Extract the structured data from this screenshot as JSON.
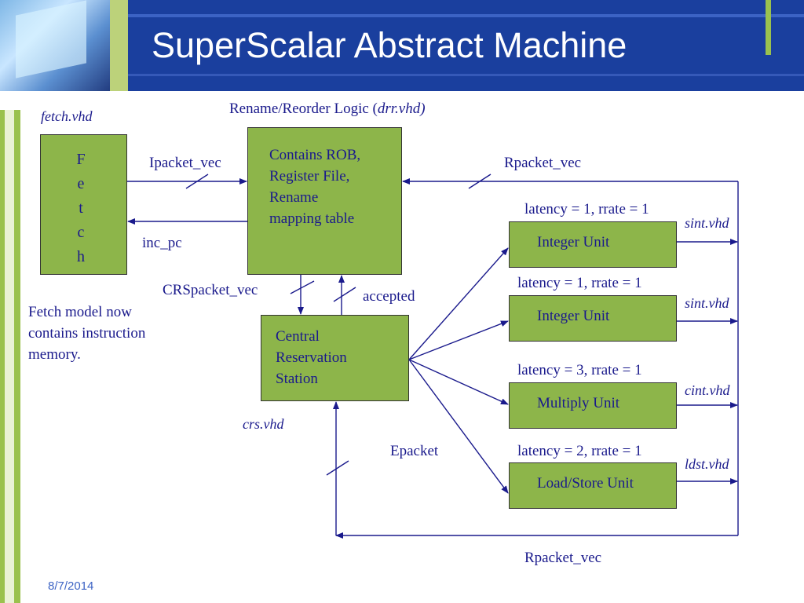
{
  "title": "SuperScalar Abstract Machine",
  "date": "8/7/2014",
  "fetch": {
    "file": "fetch.vhd",
    "letters": [
      "F",
      "e",
      "t",
      "c",
      "h"
    ],
    "note_lines": [
      "Fetch model now",
      "contains instruction",
      "memory."
    ]
  },
  "rename": {
    "label": "Rename/Reorder Logic (",
    "file": "drr.vhd)",
    "lines": [
      "Contains ROB,",
      "Register File,",
      "Rename",
      "mapping table"
    ]
  },
  "crs": {
    "lines": [
      "Central",
      "Reservation",
      "Station"
    ],
    "file": "crs.vhd"
  },
  "signals": {
    "ipacket": "Ipacket_vec",
    "inc_pc": "inc_pc",
    "rpacket_top": "Rpacket_vec",
    "crspacket": "CRSpacket_vec",
    "accepted": "accepted",
    "epacket": "Epacket",
    "rpacket_bottom": "Rpacket_vec"
  },
  "units": [
    {
      "name": "Integer Unit",
      "latency": "latency = 1, rrate = 1",
      "file": "sint.vhd"
    },
    {
      "name": "Integer Unit",
      "latency": "latency = 1, rrate = 1",
      "file": "sint.vhd"
    },
    {
      "name": "Multiply Unit",
      "latency": "latency = 3, rrate = 1",
      "file": "cint.vhd"
    },
    {
      "name": "Load/Store Unit",
      "latency": "latency = 2, rrate = 1",
      "file": "ldst.vhd"
    }
  ]
}
